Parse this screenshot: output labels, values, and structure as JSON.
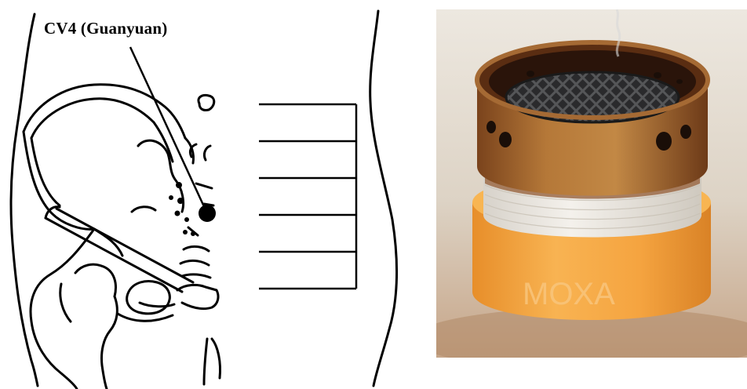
{
  "diagram": {
    "acupoint_label": "CV4 (Guanyuan)",
    "scale_divisions": 5
  },
  "photo": {
    "device_text": "MOXA",
    "colors": {
      "wall": "#e7e0d6",
      "table": "#c9a98d",
      "cap": "#a86a32",
      "cap_dark": "#3a1d0d",
      "rope": "#efeae2",
      "base": "#f6a53c"
    }
  }
}
